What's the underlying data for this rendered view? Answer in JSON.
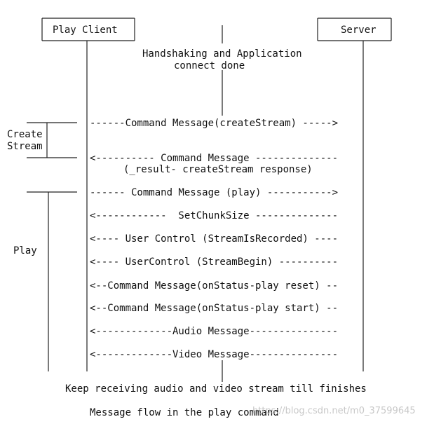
{
  "diagram": {
    "client_label": "Play Client",
    "server_label": "Server",
    "handshake_line1": "Handshaking and Application",
    "handshake_line2": "connect done",
    "create_label_1": "Create",
    "create_label_2": "Stream",
    "play_label": "Play",
    "messages": [
      "------Command Message(createStream) ----->",
      "<---------- Command Message --------------",
      "(_result- createStream response)",
      "------ Command Message (play) ----------->",
      "<------------  SetChunkSize --------------",
      "<---- User Control (StreamIsRecorded) ----",
      "<---- UserControl (StreamBegin) ----------",
      "<--Command Message(onStatus-play reset) --",
      "<--Command Message(onStatus-play start) --",
      "<-------------Audio Message---------------",
      "<-------------Video Message---------------"
    ],
    "footer_line": "Keep receiving audio and video stream till finishes",
    "caption": "Message flow in the play command",
    "watermark": "https://blog.csdn.net/m0_37599645"
  }
}
